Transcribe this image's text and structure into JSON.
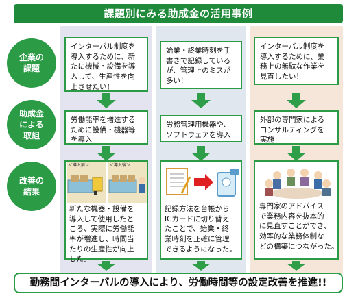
{
  "title": "課題別にみる助成金の活用事例",
  "row_labels": {
    "issue": "企業の\n課題",
    "measure": "助成金\nによる\n取組",
    "result": "改善の\n結果"
  },
  "columns": [
    {
      "issue": "インターバル制度を\n導入するために、新\nたに機械・設備を導\n入して、生産性を向\n上させたい！",
      "measure": "労働能率を増進する\nために設備・機器等\nを導入",
      "result": "新たな機器・設備を\n導入して使用したと\nころ、実際に労働能\n率が増進し、時間当\nたりの生産性が向上\nした。"
    },
    {
      "issue": "始業・終業時刻を手\n書きで記録している\nが、管理上のミスが\n多い！",
      "measure": "労務管理用機器や、\nソフトウェアを導入",
      "result": "記録方法を台帳から\nICカードに切り替え\nたことで、始業・終\n業時刻を正確に管理\nできるようになった。"
    },
    {
      "issue": "インターバル制度を\n導入するために、業\n務上の無駄な作業を\n見直したい！",
      "measure": "外部の専門家による\nコンサルティングを\n実施",
      "result": "専門家のアドバイス\nで業務内容を抜本的\nに見直すことができ、\n効率的な業務体制な\nどの構築につながった。"
    }
  ],
  "illustration_labels": {
    "before": "＜導入前＞",
    "after": "＜導入後＞"
  },
  "footer": "勤務間インターバルの導入により、労働時間等の設定改善を推進!!",
  "colors": {
    "green": "#2b9b46",
    "col1_bg": "#e4e4f0",
    "col2_bg": "#e1e7ef",
    "col3_bg": "#f6e6da"
  }
}
